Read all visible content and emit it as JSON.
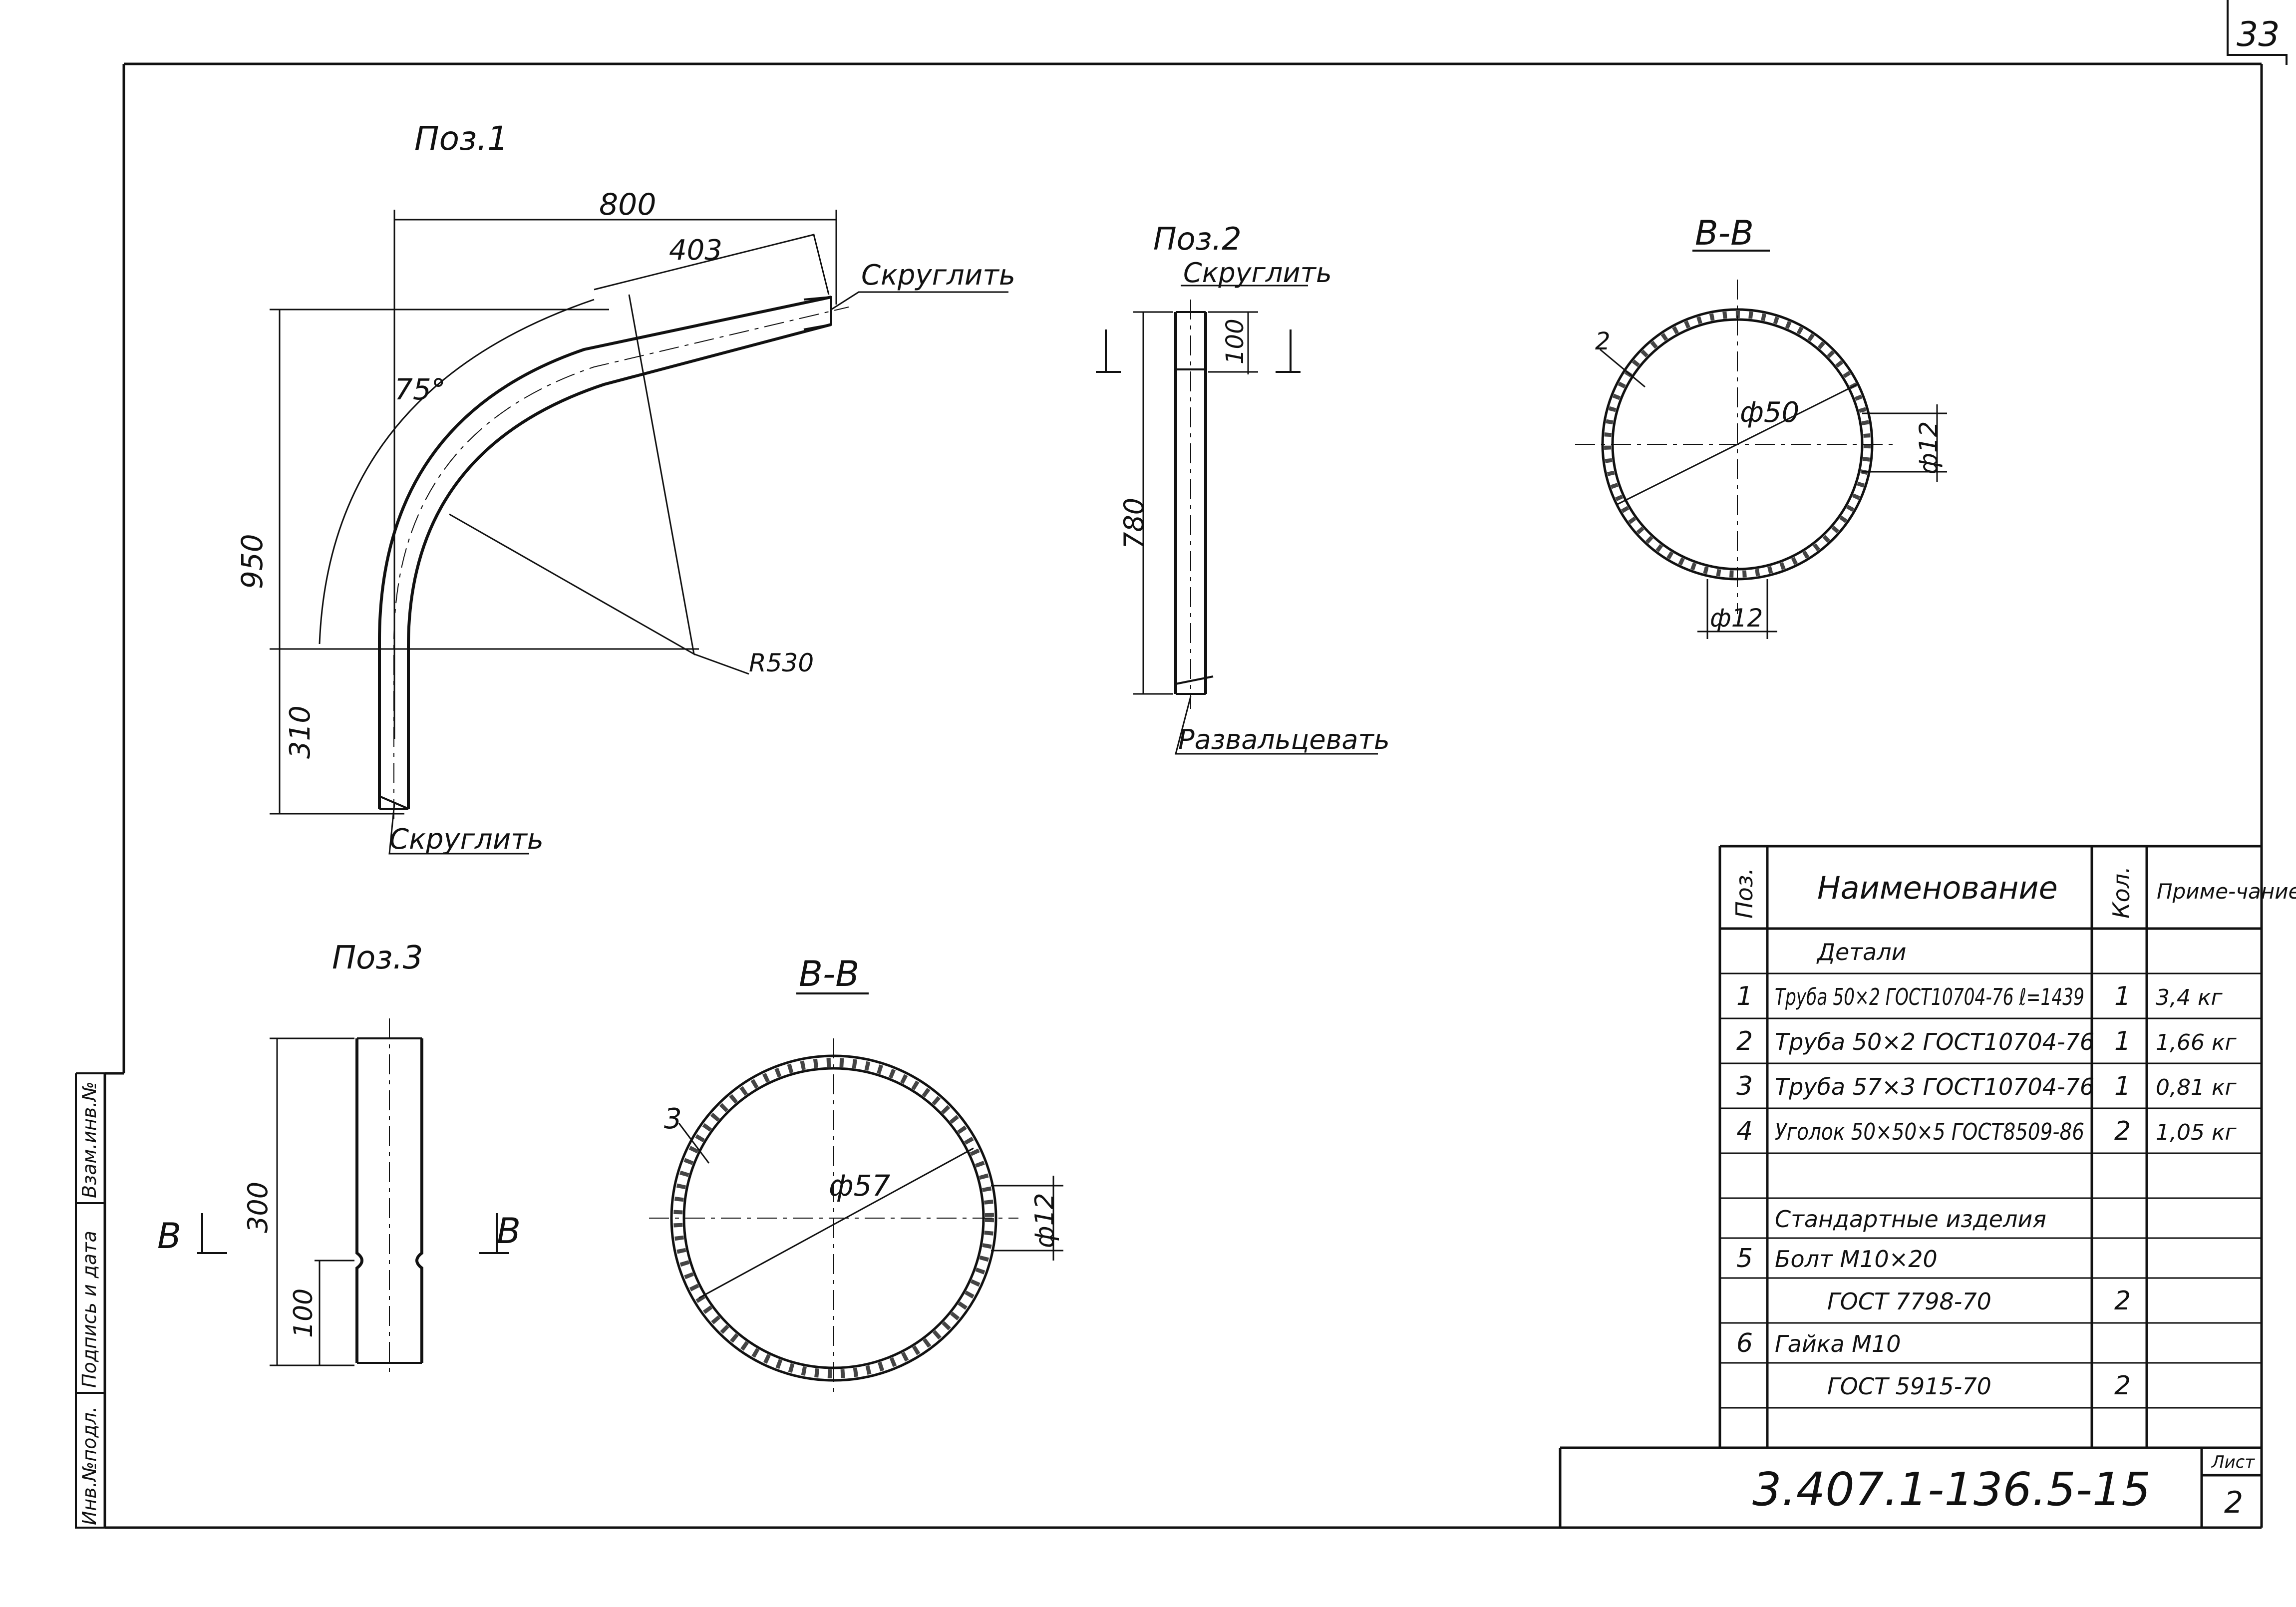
{
  "page_number": "33",
  "pos1": {
    "title": "Поз.1",
    "dim_width": "800",
    "dim_straight": "403",
    "dim_height": "950",
    "dim_bottom": "310",
    "angle": "75°",
    "radius": "R530",
    "round_top": "Скруглить",
    "round_bottom": "Скруглить"
  },
  "pos2": {
    "title": "Поз.2",
    "round_label": "Скруглить",
    "dim_top": "100",
    "dim_length": "780",
    "flare_label": "Развальцевать"
  },
  "section_top": {
    "title": "В-В",
    "wall": "2",
    "diameter": "ф50",
    "hole_side": "ф12",
    "hole_bottom": "ф12"
  },
  "pos3": {
    "title": "Поз.3",
    "dim_length": "300",
    "dim_bottom": "100",
    "cut_left": "В",
    "cut_right": "В"
  },
  "section_bottom": {
    "title": "В-В",
    "wall": "3",
    "diameter": "ф57",
    "hole_side": "ф12"
  },
  "spec_table": {
    "headers": {
      "pos": "Поз.",
      "name": "Наименование",
      "qty": "Кол.",
      "note": "Приме-чание"
    },
    "rows": [
      {
        "pos": "",
        "name": "Детали",
        "qty": "",
        "note": ""
      },
      {
        "pos": "1",
        "name": "Труба 50×2 ГОСТ10704-76 ℓ=1439",
        "qty": "1",
        "note": "3,4 кг"
      },
      {
        "pos": "2",
        "name": "Труба 50×2 ГОСТ10704-76",
        "qty": "1",
        "note": "1,66 кг"
      },
      {
        "pos": "3",
        "name": "Труба 57×3 ГОСТ10704-76",
        "qty": "1",
        "note": "0,81 кг"
      },
      {
        "pos": "4",
        "name": "Уголок 50×50×5 ГОСТ8509-86",
        "qty": "2",
        "note": "1,05 кг"
      },
      {
        "pos": "",
        "name": "",
        "qty": "",
        "note": ""
      },
      {
        "pos": "",
        "name": "Стандартные изделия",
        "qty": "",
        "note": ""
      },
      {
        "pos": "5",
        "name": "Болт М10×20",
        "qty": "",
        "note": ""
      },
      {
        "pos": "",
        "name": "ГОСТ 7798-70",
        "qty": "2",
        "note": ""
      },
      {
        "pos": "6",
        "name": "Гайка М10",
        "qty": "",
        "note": ""
      },
      {
        "pos": "",
        "name": "ГОСТ 5915-70",
        "qty": "2",
        "note": ""
      },
      {
        "pos": "",
        "name": "",
        "qty": "",
        "note": ""
      }
    ]
  },
  "title_block": {
    "doc_number": "3.407.1-136.5-15",
    "sheet_label": "Лист",
    "sheet_number": "2"
  },
  "side_stamp": {
    "inv_no": "Инв.№подл.",
    "sign_date": "Подпись и дата",
    "replace_inv": "Взам.инв.№"
  }
}
